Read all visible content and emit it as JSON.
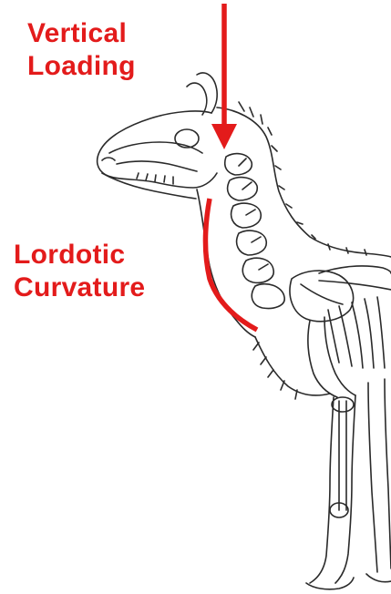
{
  "labels": {
    "vertical_loading": {
      "line1": "Vertical",
      "line2": "Loading"
    },
    "lordotic_curvature": {
      "line1": "Lordotic",
      "line2": "Curvature"
    }
  },
  "colors": {
    "annotation": "#e31b1b",
    "linework": "#2a2a2a",
    "background": "#ffffff"
  }
}
